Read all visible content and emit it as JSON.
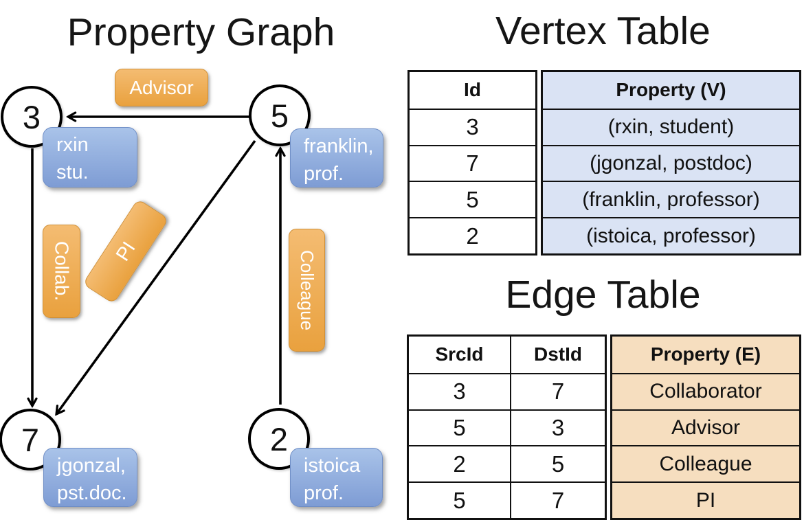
{
  "titles": {
    "graph": "Property Graph",
    "vertex": "Vertex Table",
    "edge": "Edge Table"
  },
  "graph": {
    "nodes": {
      "n3": {
        "id": "3",
        "label_line1": "rxin",
        "label_line2": "stu."
      },
      "n5": {
        "id": "5",
        "label_line1": "franklin,",
        "label_line2": "prof."
      },
      "n7": {
        "id": "7",
        "label_line1": "jgonzal,",
        "label_line2": "pst.doc."
      },
      "n2": {
        "id": "2",
        "label_line1": "istoica",
        "label_line2": "prof."
      }
    },
    "edge_labels": {
      "advisor": "Advisor",
      "collab": "Collab.",
      "pi": "PI",
      "colleague": "Colleague"
    }
  },
  "vertex_table": {
    "headers": {
      "id": "Id",
      "property": "Property (V)"
    },
    "rows": [
      {
        "id": "3",
        "property": "(rxin, student)"
      },
      {
        "id": "7",
        "property": "(jgonzal, postdoc)"
      },
      {
        "id": "5",
        "property": "(franklin, professor)"
      },
      {
        "id": "2",
        "property": "(istoica, professor)"
      }
    ]
  },
  "edge_table": {
    "headers": {
      "src": "SrcId",
      "dst": "DstId",
      "property": "Property (E)"
    },
    "rows": [
      {
        "src": "3",
        "dst": "7",
        "property": "Collaborator"
      },
      {
        "src": "5",
        "dst": "3",
        "property": "Advisor"
      },
      {
        "src": "2",
        "dst": "5",
        "property": "Colleague"
      },
      {
        "src": "5",
        "dst": "7",
        "property": "PI"
      }
    ]
  },
  "colors": {
    "orange_top": "#f4bc72",
    "orange_bottom": "#e9a13e",
    "orange_border": "#d08f35",
    "blue_top": "#a9c3e9",
    "blue_bottom": "#7e9cd4",
    "blue_border": "#6f8ec6",
    "vertex_property_fill": "#dae3f4",
    "edge_property_fill": "#f6debf",
    "line": "#000000"
  }
}
